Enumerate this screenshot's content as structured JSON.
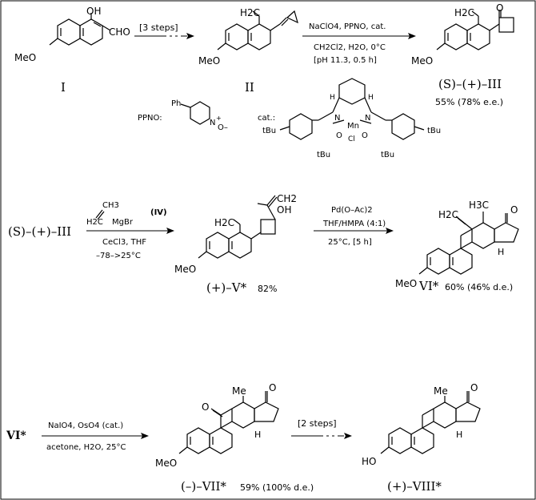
{
  "compounds": {
    "I": {
      "label": "I",
      "substituents": {
        "oh": "OH",
        "cho": "CHO",
        "ome": "MeO"
      }
    },
    "II": {
      "label": "II",
      "substituents": {
        "vinyl": "H2C",
        "ome": "MeO"
      }
    },
    "III": {
      "label": "(S)–(+)–III",
      "yield_line": "55% (78% e.e.)",
      "substituents": {
        "vinyl": "H2C",
        "ketone": "O",
        "ome": "MeO"
      }
    },
    "V": {
      "label": "(+)–V*",
      "yield": "82%",
      "substituents": {
        "vinyl": "H2C",
        "oh": "OH",
        "isopropenyl": "CH2",
        "ome": "MeO"
      }
    },
    "VI": {
      "label": "VI*",
      "yield_line": "60% (46% d.e.)",
      "substituents": {
        "methyl": "H3C",
        "exo_methylene": "H2C",
        "ketone": "O",
        "h": "H",
        "ome": "MeO"
      }
    },
    "VII": {
      "label": "(–)–VII*",
      "yield_line": "59% (100% d.e.)",
      "substituents": {
        "methyl": "Me",
        "ketone_c11": "O",
        "ketone_c17": "O",
        "h": "H",
        "ome": "MeO"
      }
    },
    "VIII": {
      "label": "(+)–VIII*",
      "substituents": {
        "methyl": "Me",
        "ketone": "O",
        "h": "H",
        "oh": "HO"
      }
    },
    "VI_start": {
      "label": "VI*"
    },
    "III_start": {
      "label": "(S)–(+)–III"
    }
  },
  "reagents": {
    "step1": {
      "above": "[3 steps]"
    },
    "step2": {
      "line1": "NaClO4, PPNO, cat.",
      "line2": "CH2Cl2, H2O, 0°C",
      "line3": "[pH 11.3, 0.5 h]"
    },
    "step3": {
      "grignard_ch3": "CH3",
      "grignard_h2c": "H2C",
      "grignard_mgbr": "MgBr",
      "grignard_label": "(IV)",
      "line2": "CeCl3, THF",
      "line3": "–78–>25°C"
    },
    "step4": {
      "line1": "Pd(O–Ac)2",
      "line2": "THF/HMPA (4:1)",
      "line3": "25°C, [5 h]"
    },
    "step5": {
      "line1": "NaIO4, OsO4 (cat.)",
      "line2": "acetone, H2O, 25°C"
    },
    "step6": {
      "above": "[2 steps]"
    }
  },
  "legends": {
    "ppno": {
      "label": "PPNO:",
      "ph": "Ph",
      "n": "N",
      "plus": "+",
      "o_minus": "O–"
    },
    "cat": {
      "label": "cat.:",
      "h_left": "H",
      "h_right": "H",
      "n_left": "N",
      "n_right": "N",
      "mn": "Mn",
      "cl": "Cl",
      "o_left": "O",
      "o_right": "O",
      "tbu": "tBu"
    }
  }
}
